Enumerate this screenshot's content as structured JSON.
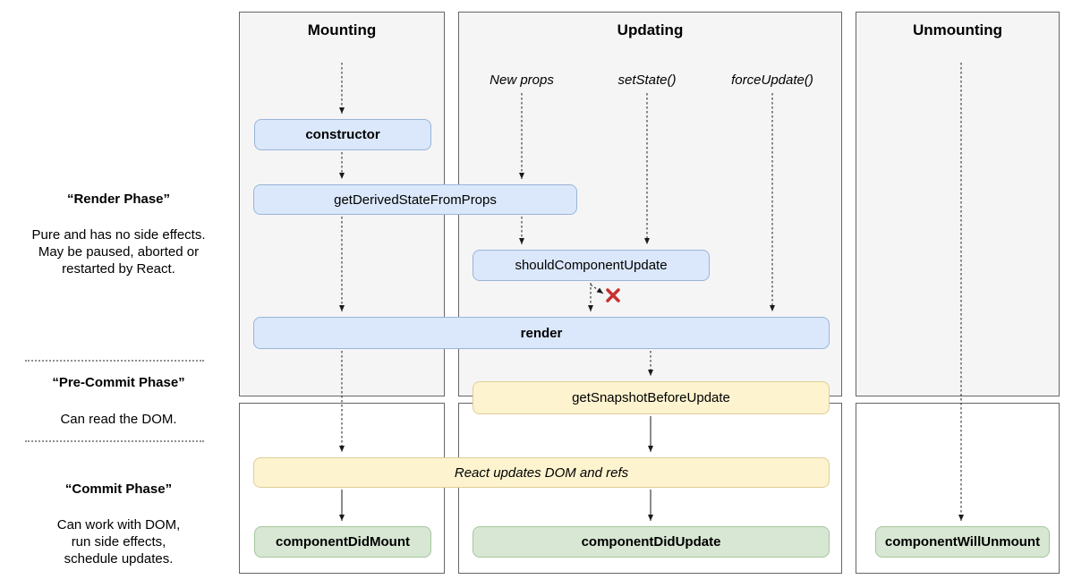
{
  "diagram": {
    "columns": {
      "mounting": {
        "title": "Mounting"
      },
      "updating": {
        "title": "Updating",
        "triggers": [
          "New props",
          "setState()",
          "forceUpdate()"
        ]
      },
      "unmounting": {
        "title": "Unmounting"
      }
    },
    "phases": {
      "render": {
        "title": "“Render Phase”",
        "description": "Pure and has no side effects.\nMay be paused, aborted or\nrestarted by React."
      },
      "pre_commit": {
        "title": "“Pre-Commit Phase”",
        "description": "Can read the DOM."
      },
      "commit": {
        "title": "“Commit Phase”",
        "description": "Can work with DOM,\nrun side effects,\nschedule updates."
      }
    },
    "nodes": {
      "constructor": "constructor",
      "getDerivedStateFromProps": "getDerivedStateFromProps",
      "shouldComponentUpdate": "shouldComponentUpdate",
      "render": "render",
      "getSnapshotBeforeUpdate": "getSnapshotBeforeUpdate",
      "reactUpdates": "React updates DOM and refs",
      "componentDidMount": "componentDidMount",
      "componentDidUpdate": "componentDidUpdate",
      "componentWillUnmount": "componentWillUnmount"
    },
    "icons": {
      "abort": "red-x"
    },
    "colors": {
      "lifecycle_box_fill": "#dbe8fb",
      "lifecycle_box_border": "#9ab4d8",
      "side_effect_box_fill": "#fdf3cf",
      "side_effect_box_border": "#e0cd96",
      "commit_box_fill": "#d7e7d3",
      "commit_box_border": "#a5c69c",
      "panel_fill": "#f5f5f5",
      "panel_border": "#666666",
      "arrow": "#1a1a1a",
      "abort_x": "#c53030"
    }
  }
}
